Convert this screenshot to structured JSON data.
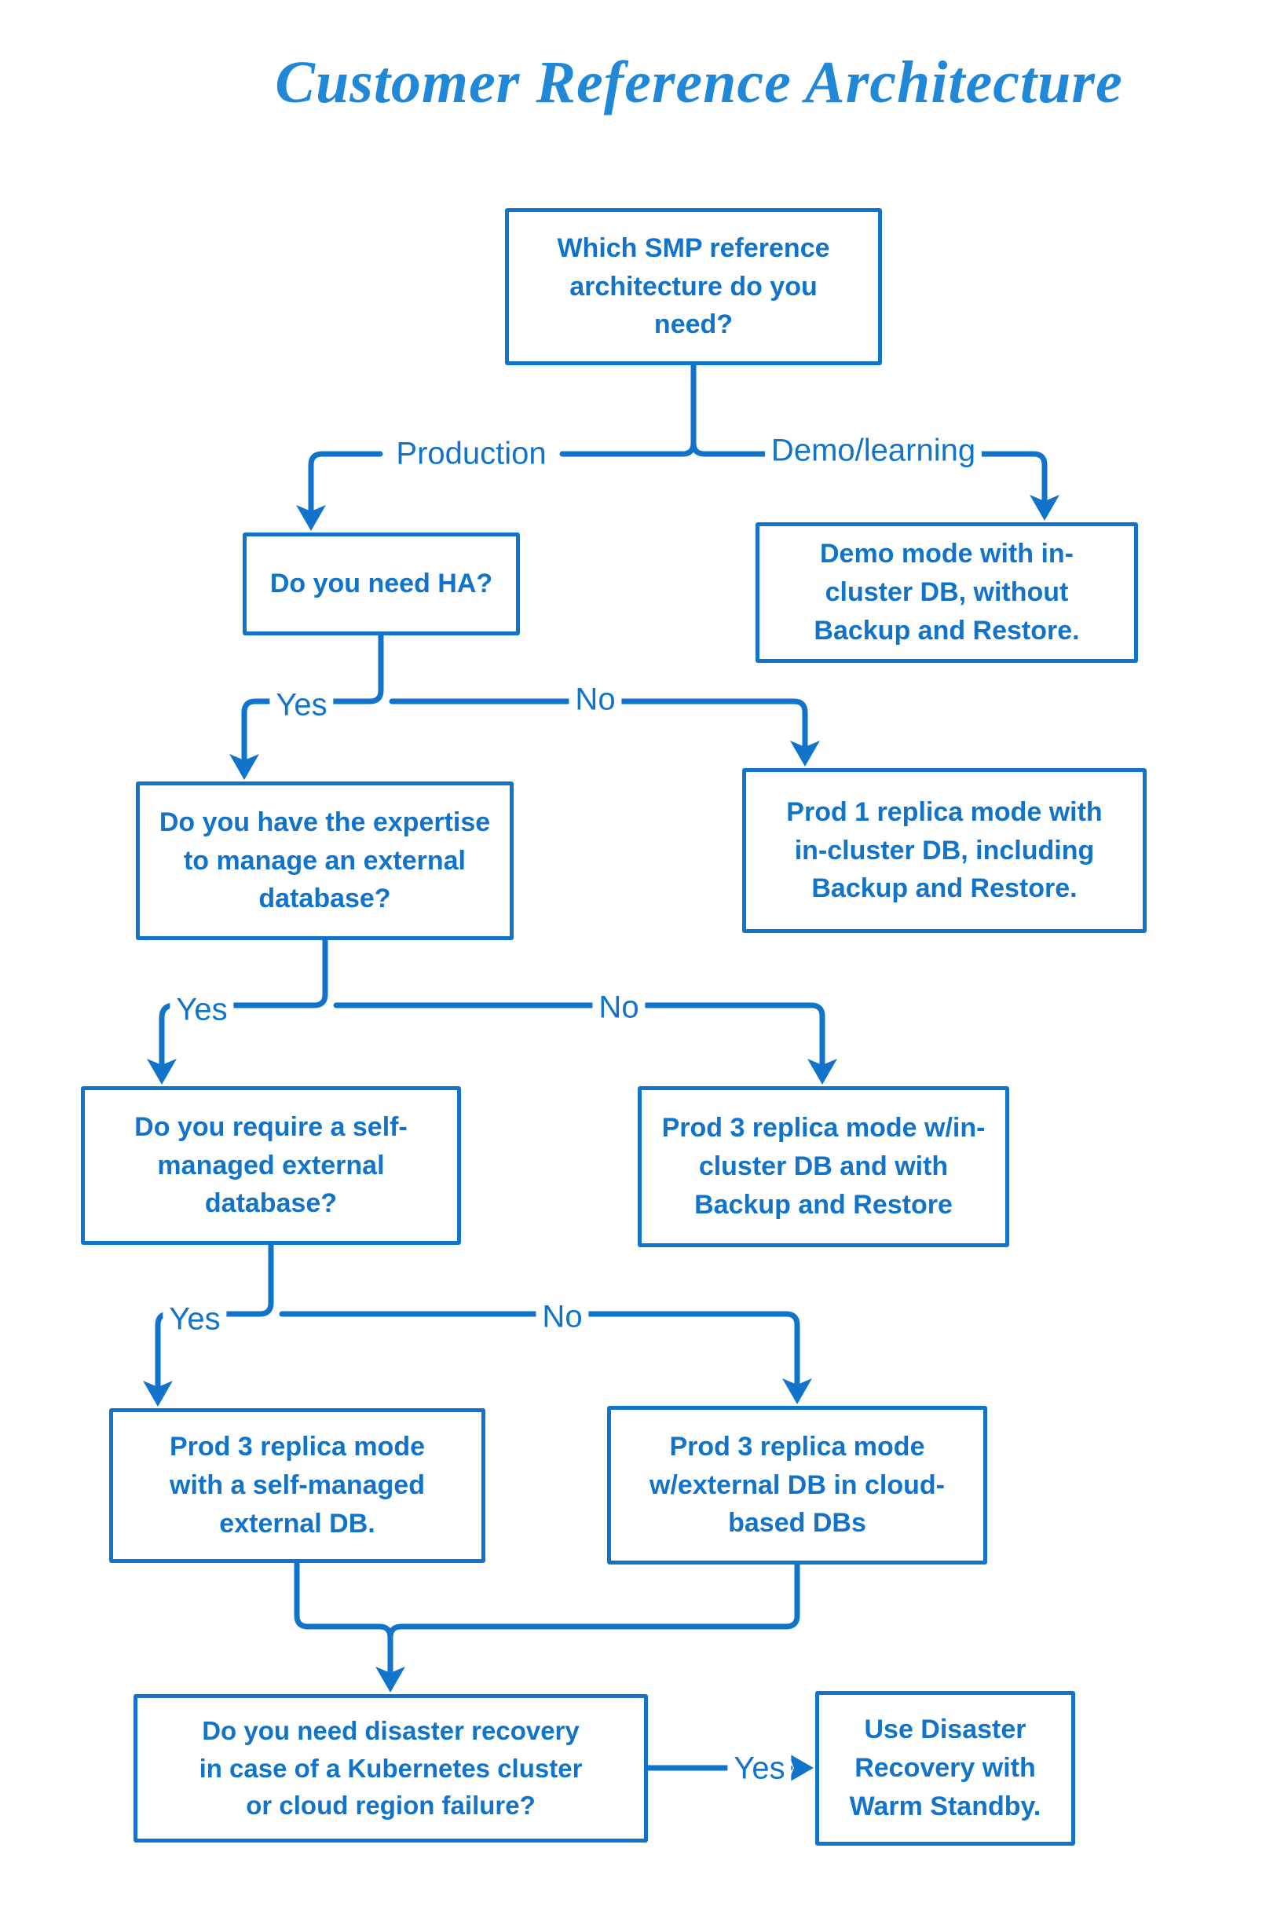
{
  "title": "Customer Reference Architecture",
  "colors": {
    "accent": "#1173c9",
    "title_blue": "#2187d7",
    "background": "#ffffff"
  },
  "nodes": {
    "root_question": {
      "kind": "question",
      "text": "Which SMP reference\narchitecture do you\nneed?"
    },
    "ha_question": {
      "kind": "question",
      "text": "Do you need HA?"
    },
    "demo_result": {
      "kind": "result",
      "text": "Demo mode with in-\ncluster DB, without\nBackup and Restore."
    },
    "expertise_question": {
      "kind": "question",
      "text": "Do you have the expertise\nto manage an external\ndatabase?"
    },
    "prod1_result": {
      "kind": "result",
      "text": "Prod 1 replica mode with\nin-cluster DB, including\nBackup and Restore."
    },
    "selfmanaged_question": {
      "kind": "question",
      "text": "Do you require a self-\nmanaged external\ndatabase?"
    },
    "prod3_incluster_result": {
      "kind": "result",
      "text": "Prod 3 replica mode w/in-\ncluster DB and with\nBackup and Restore"
    },
    "prod3_selfmanaged_result": {
      "kind": "result",
      "text": "Prod 3 replica mode\nwith a self-managed\nexternal DB."
    },
    "prod3_cloud_result": {
      "kind": "result",
      "text": "Prod 3 replica mode\nw/external DB in cloud-\nbased DBs"
    },
    "dr_question": {
      "kind": "question",
      "text": "Do you need disaster recovery\nin case of a Kubernetes cluster\nor cloud region failure?"
    },
    "dr_result": {
      "kind": "result",
      "text": "Use Disaster\nRecovery with\nWarm Standby."
    }
  },
  "edges": [
    {
      "from": "root_question",
      "to": "ha_question",
      "label": "Production"
    },
    {
      "from": "root_question",
      "to": "demo_result",
      "label": "Demo/learning"
    },
    {
      "from": "ha_question",
      "to": "expertise_question",
      "label": "Yes"
    },
    {
      "from": "ha_question",
      "to": "prod1_result",
      "label": "No"
    },
    {
      "from": "expertise_question",
      "to": "selfmanaged_question",
      "label": "Yes"
    },
    {
      "from": "expertise_question",
      "to": "prod3_incluster_result",
      "label": "No"
    },
    {
      "from": "selfmanaged_question",
      "to": "prod3_selfmanaged_result",
      "label": "Yes"
    },
    {
      "from": "selfmanaged_question",
      "to": "prod3_cloud_result",
      "label": "No"
    },
    {
      "from": "prod3_selfmanaged_result",
      "to": "dr_question",
      "label": ""
    },
    {
      "from": "prod3_cloud_result",
      "to": "dr_question",
      "label": ""
    },
    {
      "from": "dr_question",
      "to": "dr_result",
      "label": "Yes"
    }
  ]
}
